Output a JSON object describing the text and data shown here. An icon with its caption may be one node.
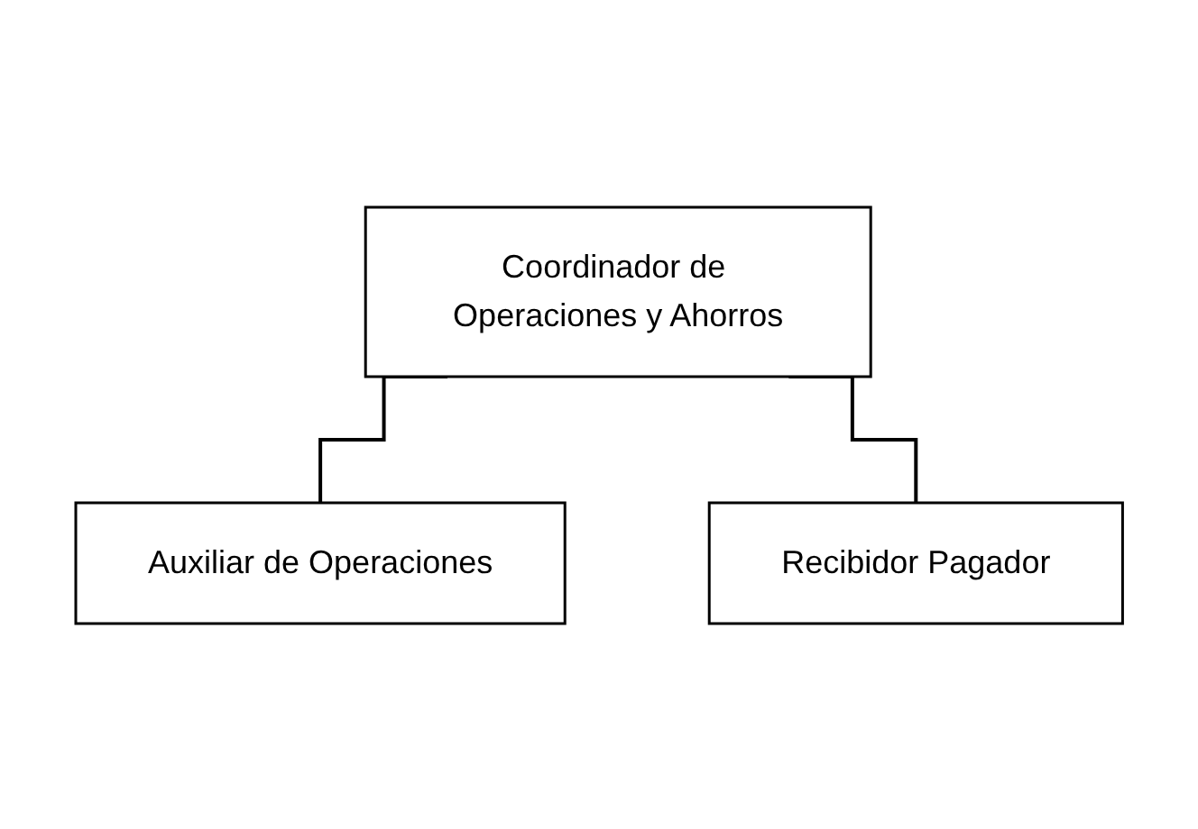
{
  "diagram": {
    "nodes": [
      {
        "text": [
          "Coordinador de Operaciones y Ahorros"
        ]
      },
      {
        "text": [
          "Auxiliar de Operaciones"
        ]
      },
      {
        "text": [
          "Recibidor Pagador"
        ]
      }
    ],
    "edges": [
      {
        "from": 0,
        "to": 1,
        "arrow": "none"
      },
      {
        "from": 0,
        "to": 2,
        "arrow": "none"
      }
    ]
  }
}
